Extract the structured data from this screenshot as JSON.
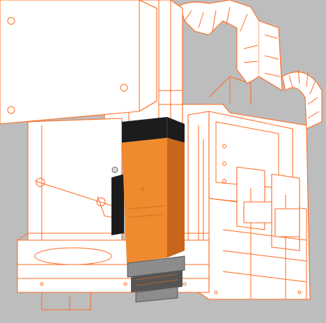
{
  "scene": {
    "background": "#bdbdbd",
    "wireframe_color": "#ff6a1f",
    "panel_fill": "#ffffff",
    "spindle_body_color": "#f08a2e",
    "spindle_shade_color": "#c8661c",
    "spindle_cap_color": "#1c1c1c",
    "collet_color": "#8c8c8c",
    "collet_dark_color": "#555555"
  },
  "parts": [
    {
      "name": "mounting-box",
      "interactable": false
    },
    {
      "name": "z-axis-column",
      "interactable": false
    },
    {
      "name": "cable-chain-top",
      "interactable": false
    },
    {
      "name": "cable-chain-right",
      "interactable": false
    },
    {
      "name": "gantry-frame",
      "interactable": false
    },
    {
      "name": "spindle-motor",
      "interactable": false
    },
    {
      "name": "spindle-collet",
      "interactable": false
    },
    {
      "name": "base-plate",
      "interactable": false
    }
  ]
}
